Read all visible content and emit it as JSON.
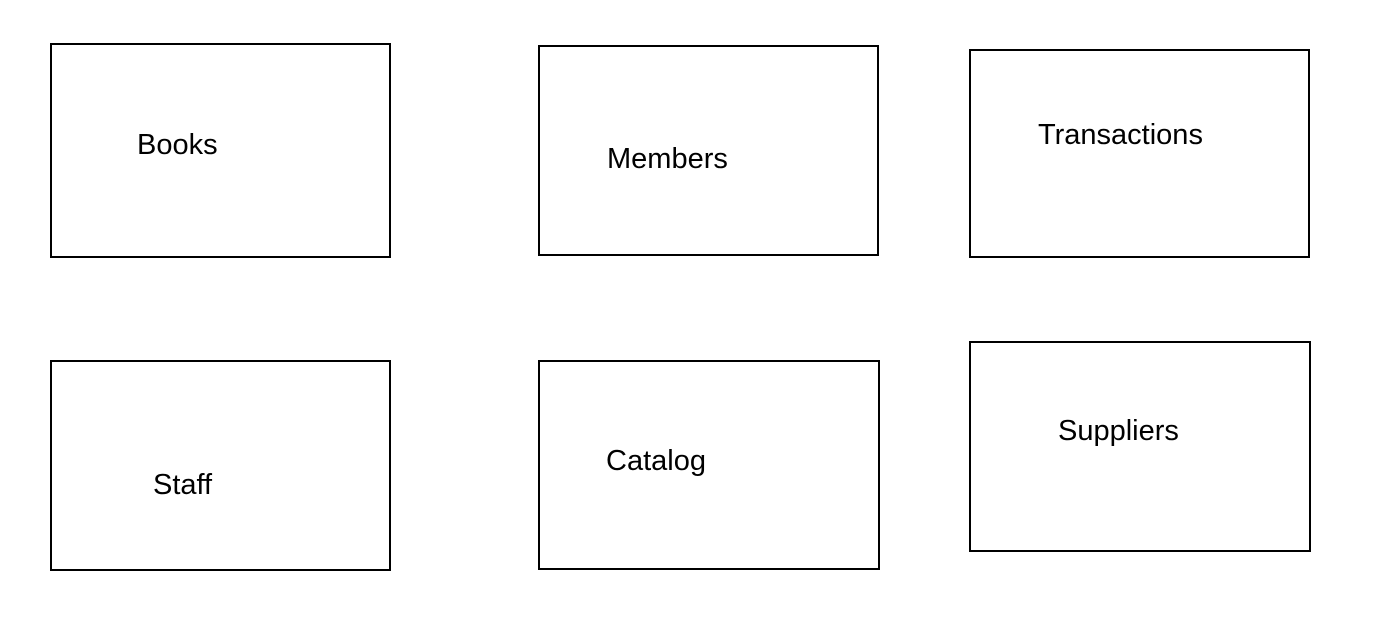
{
  "canvas": {
    "background_color": "#ffffff",
    "shape_border_color": "#000000",
    "label_text_color": "#000000"
  },
  "boxes": [
    {
      "label": "Books"
    },
    {
      "label": "Members"
    },
    {
      "label": "Transactions"
    },
    {
      "label": "Staff"
    },
    {
      "label": "Catalog"
    },
    {
      "label": "Suppliers"
    }
  ]
}
